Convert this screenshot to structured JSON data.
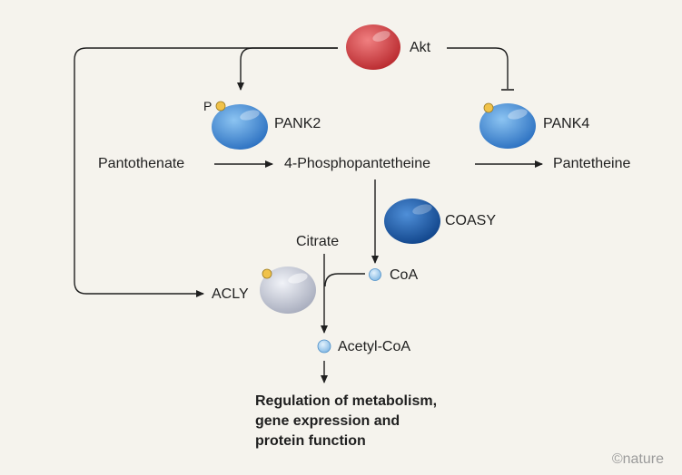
{
  "labels": {
    "akt": "Akt",
    "phospho": "P",
    "pank2": "PANK2",
    "pank4": "PANK4",
    "pantothenate": "Pantothenate",
    "phosphopantetheine": "4-Phosphopantetheine",
    "pantetheine": "Pantetheine",
    "coasy": "COASY",
    "citrate": "Citrate",
    "coa": "CoA",
    "acly": "ACLY",
    "acetyl_coa": "Acetyl-CoA"
  },
  "outcome": {
    "line1": "Regulation of metabolism,",
    "line2": "gene expression and",
    "line3": "protein function"
  },
  "credit": "©nature",
  "colors": {
    "akt": "#d9474b",
    "pank": "#4a95dc",
    "coasy": "#1f5fa8",
    "acly": "#c9cdd9",
    "phosphate": "#f0c24a",
    "metabolite": "#9fcdf0",
    "arrow": "#1f1f1f"
  }
}
